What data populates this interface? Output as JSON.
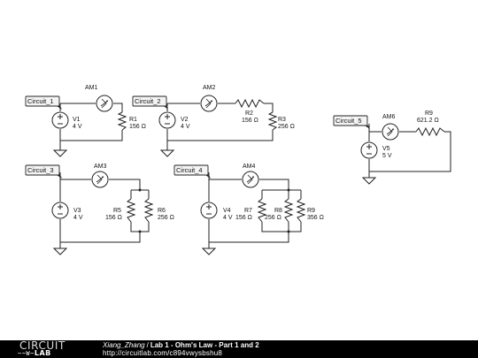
{
  "circuits": [
    {
      "tag": "Circuit_1"
    },
    {
      "tag": "Circuit_2"
    },
    {
      "tag": "Circuit_3"
    },
    {
      "tag": "Circuit_4"
    },
    {
      "tag": "Circuit_5"
    }
  ],
  "sources": {
    "V1": {
      "name": "V1",
      "value": "4 V"
    },
    "V2": {
      "name": "V2",
      "value": "4 V"
    },
    "V3": {
      "name": "V3",
      "value": "4 V"
    },
    "V4": {
      "name": "V4",
      "value": "4 V"
    },
    "V5": {
      "name": "V5",
      "value": "5 V"
    }
  },
  "ammeters": {
    "AM1": "AM1",
    "AM2": "AM2",
    "AM3": "AM3",
    "AM4": "AM4",
    "AM6": "AM6"
  },
  "resistors": {
    "R1": {
      "name": "R1",
      "value": "156 Ω"
    },
    "R2": {
      "name": "R2",
      "value": "156 Ω"
    },
    "R3": {
      "name": "R3",
      "value": "256 Ω"
    },
    "R5": {
      "name": "R5",
      "value": "156 Ω"
    },
    "R6": {
      "name": "R6",
      "value": "256 Ω"
    },
    "R7": {
      "name": "R7",
      "value": "156 Ω"
    },
    "R8": {
      "name": "R8",
      "value": "256 Ω"
    },
    "R9a": {
      "name": "R9",
      "value": "356 Ω"
    },
    "R9b": {
      "name": "R9",
      "value": "621.2 Ω"
    }
  },
  "footer": {
    "logo_top": "CIRCUIT",
    "logo_bottom": "LAB",
    "author": "Xiang_Zhang",
    "separator": "/",
    "title": "Lab 1 - Ohm's Law - Part 1 and 2",
    "url": "http://circuitlab.com/c894vwysbshu8"
  }
}
